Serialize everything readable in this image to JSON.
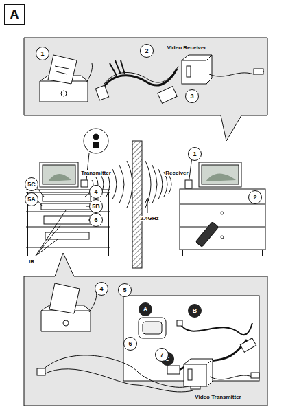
{
  "diagram": {
    "nodes": [
      {
        "text": [
          "A"
        ]
      }
    ],
    "labels": [
      "1",
      "2",
      "Video Receiver",
      "3",
      "Transmitter",
      "Receiver",
      "1",
      "2",
      "5C",
      "5A",
      "4",
      "5B",
      "6",
      "2.4GHz",
      "IR",
      "4",
      "5",
      "A",
      "B",
      "C",
      "6",
      "7",
      "Video Transmitter"
    ]
  }
}
